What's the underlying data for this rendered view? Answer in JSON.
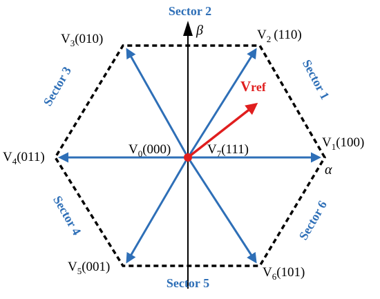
{
  "colors": {
    "vector": "#2e6fb7",
    "hexagon": "#000000",
    "vref": "#e01e1e",
    "axis": "#000000",
    "sector_text": "#2e6fb7"
  },
  "axes": {
    "beta": "β",
    "alpha": "α"
  },
  "sectors": [
    {
      "label": "Sector 1"
    },
    {
      "label": "Sector 2"
    },
    {
      "label": "Sector 3"
    },
    {
      "label": "Sector 4"
    },
    {
      "label": "Sector 5"
    },
    {
      "label": "Sector 6"
    }
  ],
  "vectors": [
    {
      "name": "V",
      "index": "1",
      "state": "(100)"
    },
    {
      "name": "V",
      "index": "2",
      "state": "(110)"
    },
    {
      "name": "V",
      "index": "3",
      "state": "(010)"
    },
    {
      "name": "V",
      "index": "4",
      "state": "(011)"
    },
    {
      "name": "V",
      "index": "5",
      "state": "(001)"
    },
    {
      "name": "V",
      "index": "6",
      "state": "(101)"
    }
  ],
  "zero_vectors": [
    {
      "name": "V",
      "index": "0",
      "state": "(000)"
    },
    {
      "name": "V",
      "index": "7",
      "state": "(111)"
    }
  ],
  "reference": {
    "main": "V",
    "sub": "ref",
    "angle_deg": 38
  }
}
